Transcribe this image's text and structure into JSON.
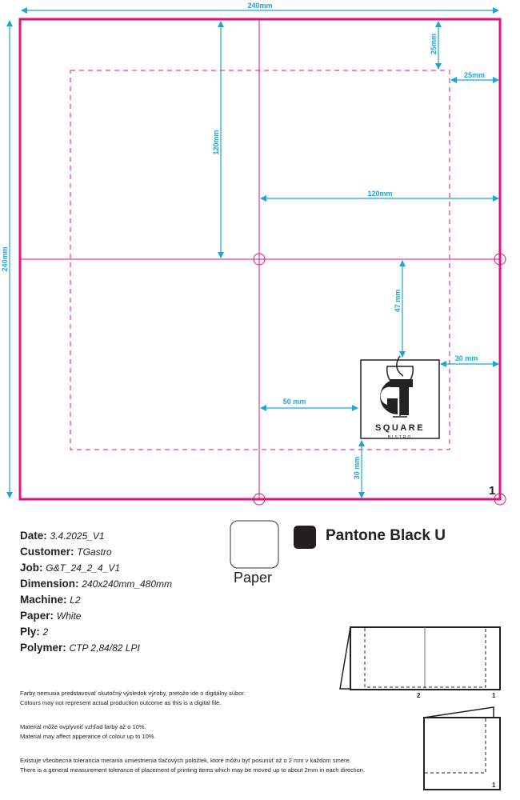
{
  "drawing": {
    "dimensions": {
      "total_width": "240mm",
      "total_height": "240mm",
      "half_height": "120mm",
      "half_width": "120mm",
      "margin_top": "25mm",
      "margin_right": "25mm",
      "logo_top": "47 mm",
      "logo_right": "30 mm",
      "logo_left": "50 mm",
      "logo_bottom": "30 mm"
    },
    "panel_number": "1",
    "logo": {
      "monogram": "GT",
      "name": "SQUARE",
      "sub": "BISTRO"
    },
    "colors": {
      "cut_line": "#e0127f",
      "dimension": "#1ba6d9"
    }
  },
  "info": [
    {
      "label": "Date:",
      "value": "3.4.2025_V1"
    },
    {
      "label": "Customer:",
      "value": "TGastro"
    },
    {
      "label": "Job:",
      "value": "G&T_24_2_4_V1"
    },
    {
      "label": "Dimension:",
      "value": "240x240mm_480mm"
    },
    {
      "label": "Machine:",
      "value": "L2"
    },
    {
      "label": "Paper:",
      "value": "White"
    },
    {
      "label": "Ply:",
      "value": "2"
    },
    {
      "label": "Polymer:",
      "value": "CTP 2,84/82 LPI"
    }
  ],
  "swatches": {
    "paper_label": "Paper",
    "ink_label": "Pantone Black U",
    "ink_color": "#231f20"
  },
  "notes": [
    [
      "Farby nemusia predstavovať skutočný výsledok výroby, pretože ide o digitálny súbor.",
      "Colours may not represent actual production outcome as this is a digital file."
    ],
    [
      "Materiál môže ovplyvniť vzhľad farby až o 10%.",
      "Material may affect apperance of colour up to 10%."
    ],
    [
      "Existuje všeobecná tolerancia merania umiestnenia tlačových položiek, ktoré môžu byť posunúť až o 2 mm v každom smere.",
      "There is a general measurement tolerance of placement of printing items which may be moved up to about 2mm in each direction."
    ]
  ],
  "fold_diagrams": {
    "open_panels": [
      "2",
      "1"
    ],
    "folded_panel": "1"
  }
}
